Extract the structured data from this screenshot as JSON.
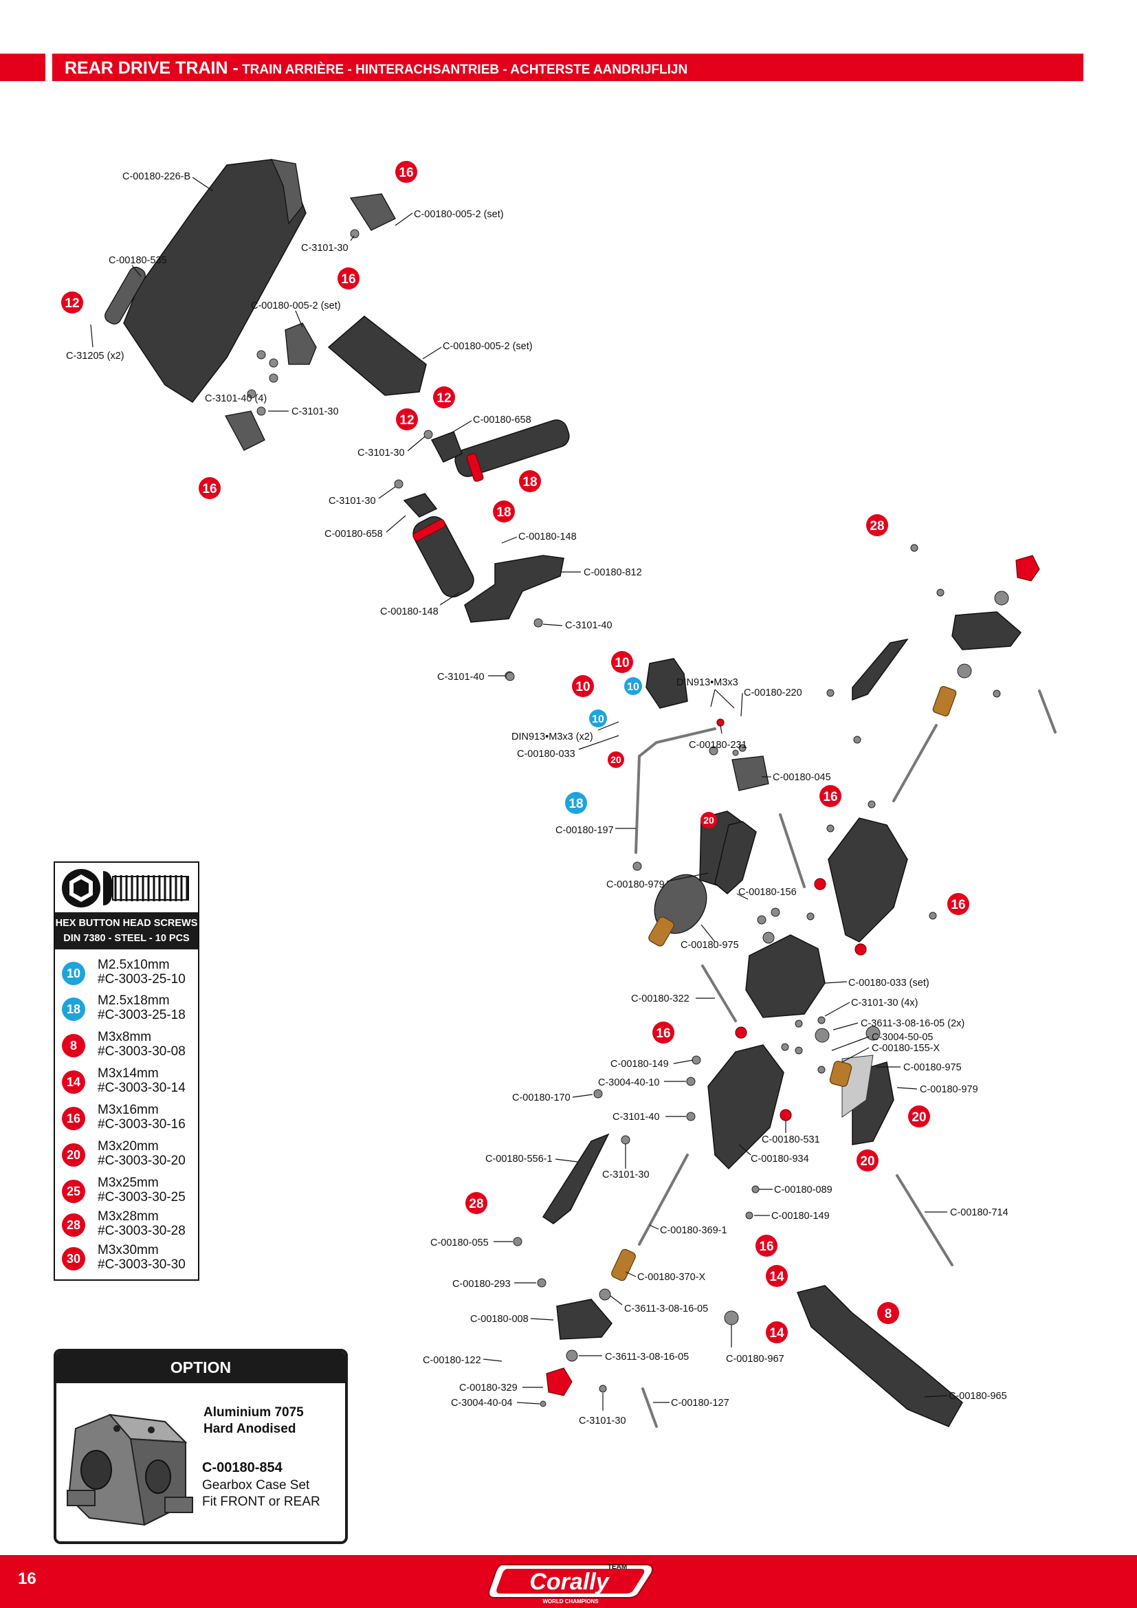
{
  "header": {
    "title_main": "REAR  DRIVE TRAIN -",
    "title_sub": " TRAIN ARRIÈRE - HINTERACHSANTRIEB - ACHTERSTE AANDRIJFLIJN"
  },
  "labels": [
    "C-00180-226-B",
    "C-00180-005-2 (set)",
    "C-3101-30",
    "C-00180-535",
    "C-31205 (x2)",
    "C-00180-005-2 (set)",
    "C-00180-005-2 (set)",
    "C-3101-40 (4)",
    "C-3101-30",
    "C-00180-658",
    "C-3101-30",
    "C-3101-30",
    "C-00180-658",
    "C-00180-148",
    "C-00180-812",
    "C-00180-148",
    "C-3101-40",
    "C-3101-40",
    "DIN913•M3x3",
    "C-00180-220",
    "DIN913•M3x3 (x2)",
    "C-00180-231",
    "C-00180-033",
    "C-00180-045",
    "C-00180-197",
    "C-00180-979",
    "C-00180-156",
    "C-00180-975",
    "C-00180-033 (set)",
    "C-00180-322",
    "C-3101-30 (4x)",
    "C-3611-3-08-16-05 (2x)",
    "C-3004-50-05",
    "C-00180-155-X",
    "C-00180-149",
    "C-00180-975",
    "C-3004-40-10",
    "C-00180-979",
    "C-00180-170",
    "C-3101-40",
    "C-00180-531",
    "C-00180-556-1",
    "C-3101-30",
    "C-00180-934",
    "C-00180-089",
    "C-00180-714",
    "C-00180-149",
    "C-00180-369-1",
    "C-00180-055",
    "C-00180-293",
    "C-00180-370-X",
    "C-3611-3-08-16-05",
    "C-00180-008",
    "C-00180-967",
    "C-00180-122",
    "C-3611-3-08-16-05",
    "C-00180-329",
    "C-3004-40-04",
    "C-00180-127",
    "C-3101-30",
    "C-00180-965"
  ],
  "badges": [
    "16",
    "12",
    "16",
    "12",
    "12",
    "16",
    "18",
    "18",
    "28",
    "10",
    "10",
    "10",
    "10",
    "20",
    "18",
    "20",
    "16",
    "16",
    "16",
    "20",
    "20",
    "28",
    "16",
    "14",
    "14",
    "8"
  ],
  "legend": {
    "title_line1": "HEX BUTTON HEAD SCREWS",
    "title_line2": "DIN 7380 - STEEL - 10 PCS",
    "rows": [
      {
        "badge": "10",
        "size": "M2.5x10mm",
        "code": "#C-3003-25-10"
      },
      {
        "badge": "18",
        "size": "M2.5x18mm",
        "code": "#C-3003-25-18"
      },
      {
        "badge": "8",
        "size": "M3x8mm",
        "code": "#C-3003-30-08"
      },
      {
        "badge": "14",
        "size": "M3x14mm",
        "code": "#C-3003-30-14"
      },
      {
        "badge": "16",
        "size": "M3x16mm",
        "code": "#C-3003-30-16"
      },
      {
        "badge": "20",
        "size": "M3x20mm",
        "code": "#C-3003-30-20"
      },
      {
        "badge": "25",
        "size": "M3x25mm",
        "code": "#C-3003-30-25"
      },
      {
        "badge": "28",
        "size": "M3x28mm",
        "code": "#C-3003-30-28"
      },
      {
        "badge": "30",
        "size": "M3x30mm",
        "code": "#C-3003-30-30"
      }
    ]
  },
  "option": {
    "heading": "OPTION",
    "material_line1": "Aluminium 7075",
    "material_line2": "Hard Anodised",
    "part_code": "C-00180-854",
    "desc_line1": "Gearbox Case Set",
    "desc_line2": "Fit FRONT or REAR"
  },
  "footer": {
    "page_number": "16",
    "logo_text": "Corally",
    "logo_team": "TEAM",
    "logo_tagline": "WORLD CHAMPIONS"
  },
  "colors": {
    "brand_red": "#e4001b",
    "screw_blue": "#1ea4dd",
    "dark": "#1b1b1b"
  }
}
